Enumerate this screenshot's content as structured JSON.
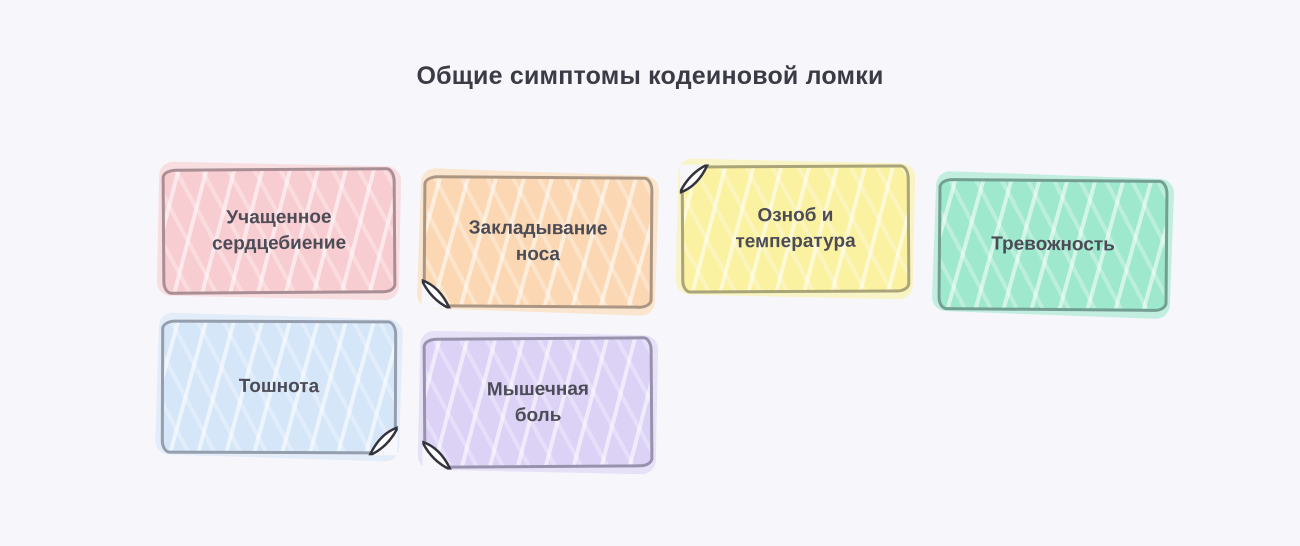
{
  "title": "Общие симптомы кодеиновой ломки",
  "colors": {
    "background": "#f7f7fb",
    "border": "#33333e",
    "title_text": "#3b3b46",
    "card_text": "#4c4c57"
  },
  "cards": [
    {
      "label": "Учащенное\nсердцебиение",
      "bg": "#f8cdd1"
    },
    {
      "label": "Закладывание\nноса",
      "bg": "#fbd8b3"
    },
    {
      "label": "Озноб и\nтемпература",
      "bg": "#faf1a1"
    },
    {
      "label": "Тревожность",
      "bg": "#9fe8cd"
    },
    {
      "label": "Тошнота",
      "bg": "#d6e6f9"
    },
    {
      "label": "Мышечная\nболь",
      "bg": "#dcd2f6"
    }
  ]
}
